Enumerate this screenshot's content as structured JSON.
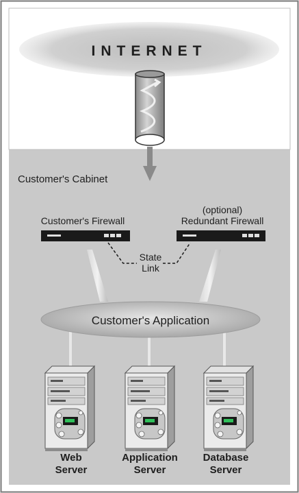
{
  "internet": {
    "label": "INTERNET"
  },
  "cabinet": {
    "label": "Customer's Cabinet"
  },
  "firewalls": {
    "primary": {
      "label": "Customer's Firewall"
    },
    "redundant": {
      "label_line1": "(optional)",
      "label_line2": "Redundant Firewall"
    },
    "state_link": {
      "line1": "State",
      "line2": "Link"
    }
  },
  "application": {
    "label": "Customer's Application"
  },
  "servers": [
    {
      "line1": "Web",
      "line2": "Server"
    },
    {
      "line1": "Application",
      "line2": "Server"
    },
    {
      "line1": "Database",
      "line2": "Server"
    }
  ],
  "colors": {
    "internet_text": "#c0272d",
    "cabinet_bg": "#c9c9c9",
    "device": "#1a1a1a"
  }
}
